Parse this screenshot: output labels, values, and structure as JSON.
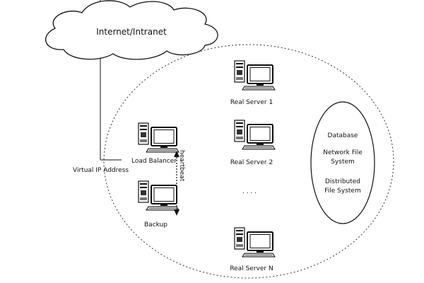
{
  "cloud": {
    "label": "Internet/Intranet"
  },
  "vip": {
    "label": "Virtual IP Address"
  },
  "heartbeat": {
    "label": "heartbeat"
  },
  "load_balancer": {
    "label": "Load Balancer"
  },
  "backup": {
    "label": "Backup"
  },
  "servers": {
    "s1": "Real Server 1",
    "s2": "Real Server 2",
    "ellipsis": ". . . .",
    "sn": "Real Server N"
  },
  "storage": {
    "line1": "Database",
    "line2": "Network File",
    "line3": "System",
    "line4": "Distributed",
    "line5": "File System"
  },
  "icons": [
    "cloud-icon",
    "computer-icon",
    "heartbeat-arrow-icon"
  ]
}
